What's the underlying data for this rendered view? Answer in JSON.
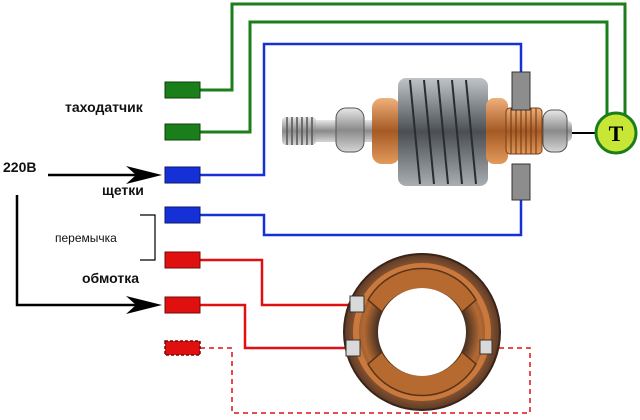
{
  "labels": {
    "tacho": "таходатчик",
    "brushes": "щетки",
    "jumper": "перемычка",
    "winding": "обмотка",
    "voltage": "220В",
    "tacho_symbol": "T"
  },
  "colors": {
    "green": "#1a7f1a",
    "blue": "#1530d6",
    "red": "#e01010",
    "tacho_fill": "#c8e635"
  }
}
